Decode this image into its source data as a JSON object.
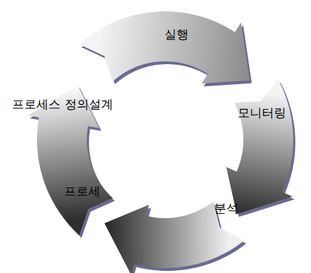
{
  "diagram": {
    "nodes": [
      {
        "text": [
          "실행"
        ]
      },
      {
        "text": [
          "모니터링"
        ]
      },
      {
        "text": [
          "분석"
        ]
      },
      {
        "text": [
          "프로세"
        ]
      }
    ],
    "labels": [
      "프로세스 정의설계"
    ]
  }
}
